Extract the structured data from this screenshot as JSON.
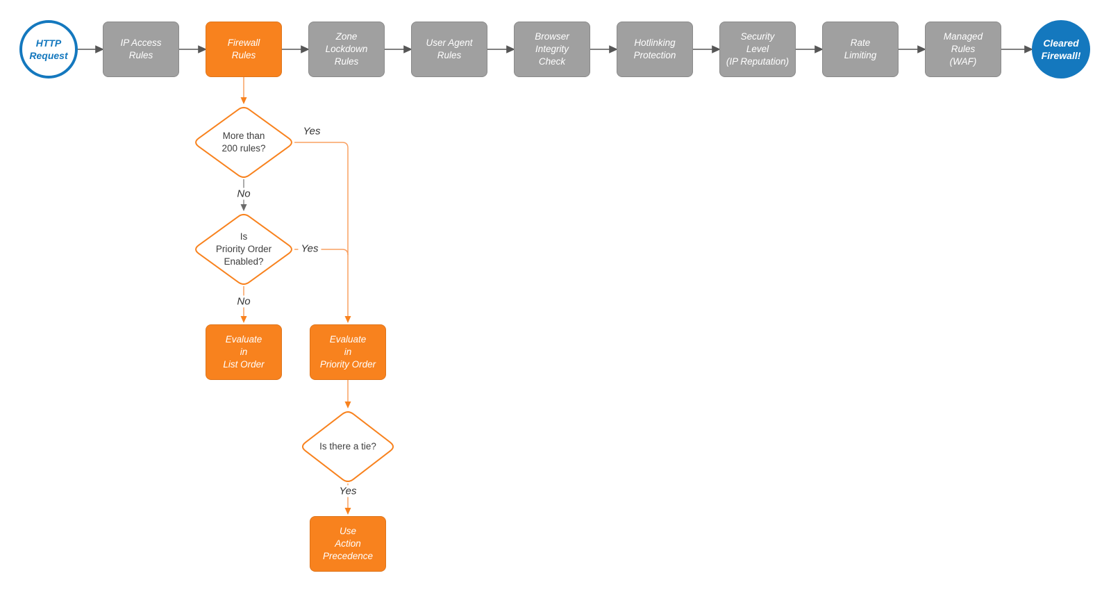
{
  "colors": {
    "stage_gray": "#a0a0a0",
    "accent_orange": "#f8821e",
    "connector_orange": "#f9a061",
    "connector_gray": "#8f8f8f",
    "arrow_dark_gray": "#565656",
    "brand_blue": "#1478be"
  },
  "flow": {
    "start": {
      "label": "HTTP\nRequest"
    },
    "stages": [
      {
        "label": "IP Access\nRules"
      },
      {
        "label": "Firewall\nRules"
      },
      {
        "label": "Zone\nLockdown\nRules"
      },
      {
        "label": "User Agent\nRules"
      },
      {
        "label": "Browser\nIntegrity\nCheck"
      },
      {
        "label": "Hotlinking\nProtection"
      },
      {
        "label": "Security\nLevel\n(IP Reputation)"
      },
      {
        "label": "Rate\nLimiting"
      },
      {
        "label": "Managed\nRules\n(WAF)"
      }
    ],
    "end": {
      "label": "Cleared\nFirewall!"
    },
    "decisions": [
      {
        "label": "More than\n200 rules?",
        "yes": "Yes",
        "no": "No"
      },
      {
        "label": "Is\nPriority Order\nEnabled?",
        "yes": "Yes",
        "no": "No"
      },
      {
        "label": "Is there a tie?",
        "yes": "Yes"
      }
    ],
    "processes": [
      {
        "label": "Evaluate\nin\nList Order"
      },
      {
        "label": "Evaluate\nin\nPriority Order"
      },
      {
        "label": "Use\nAction\nPrecedence"
      }
    ]
  }
}
